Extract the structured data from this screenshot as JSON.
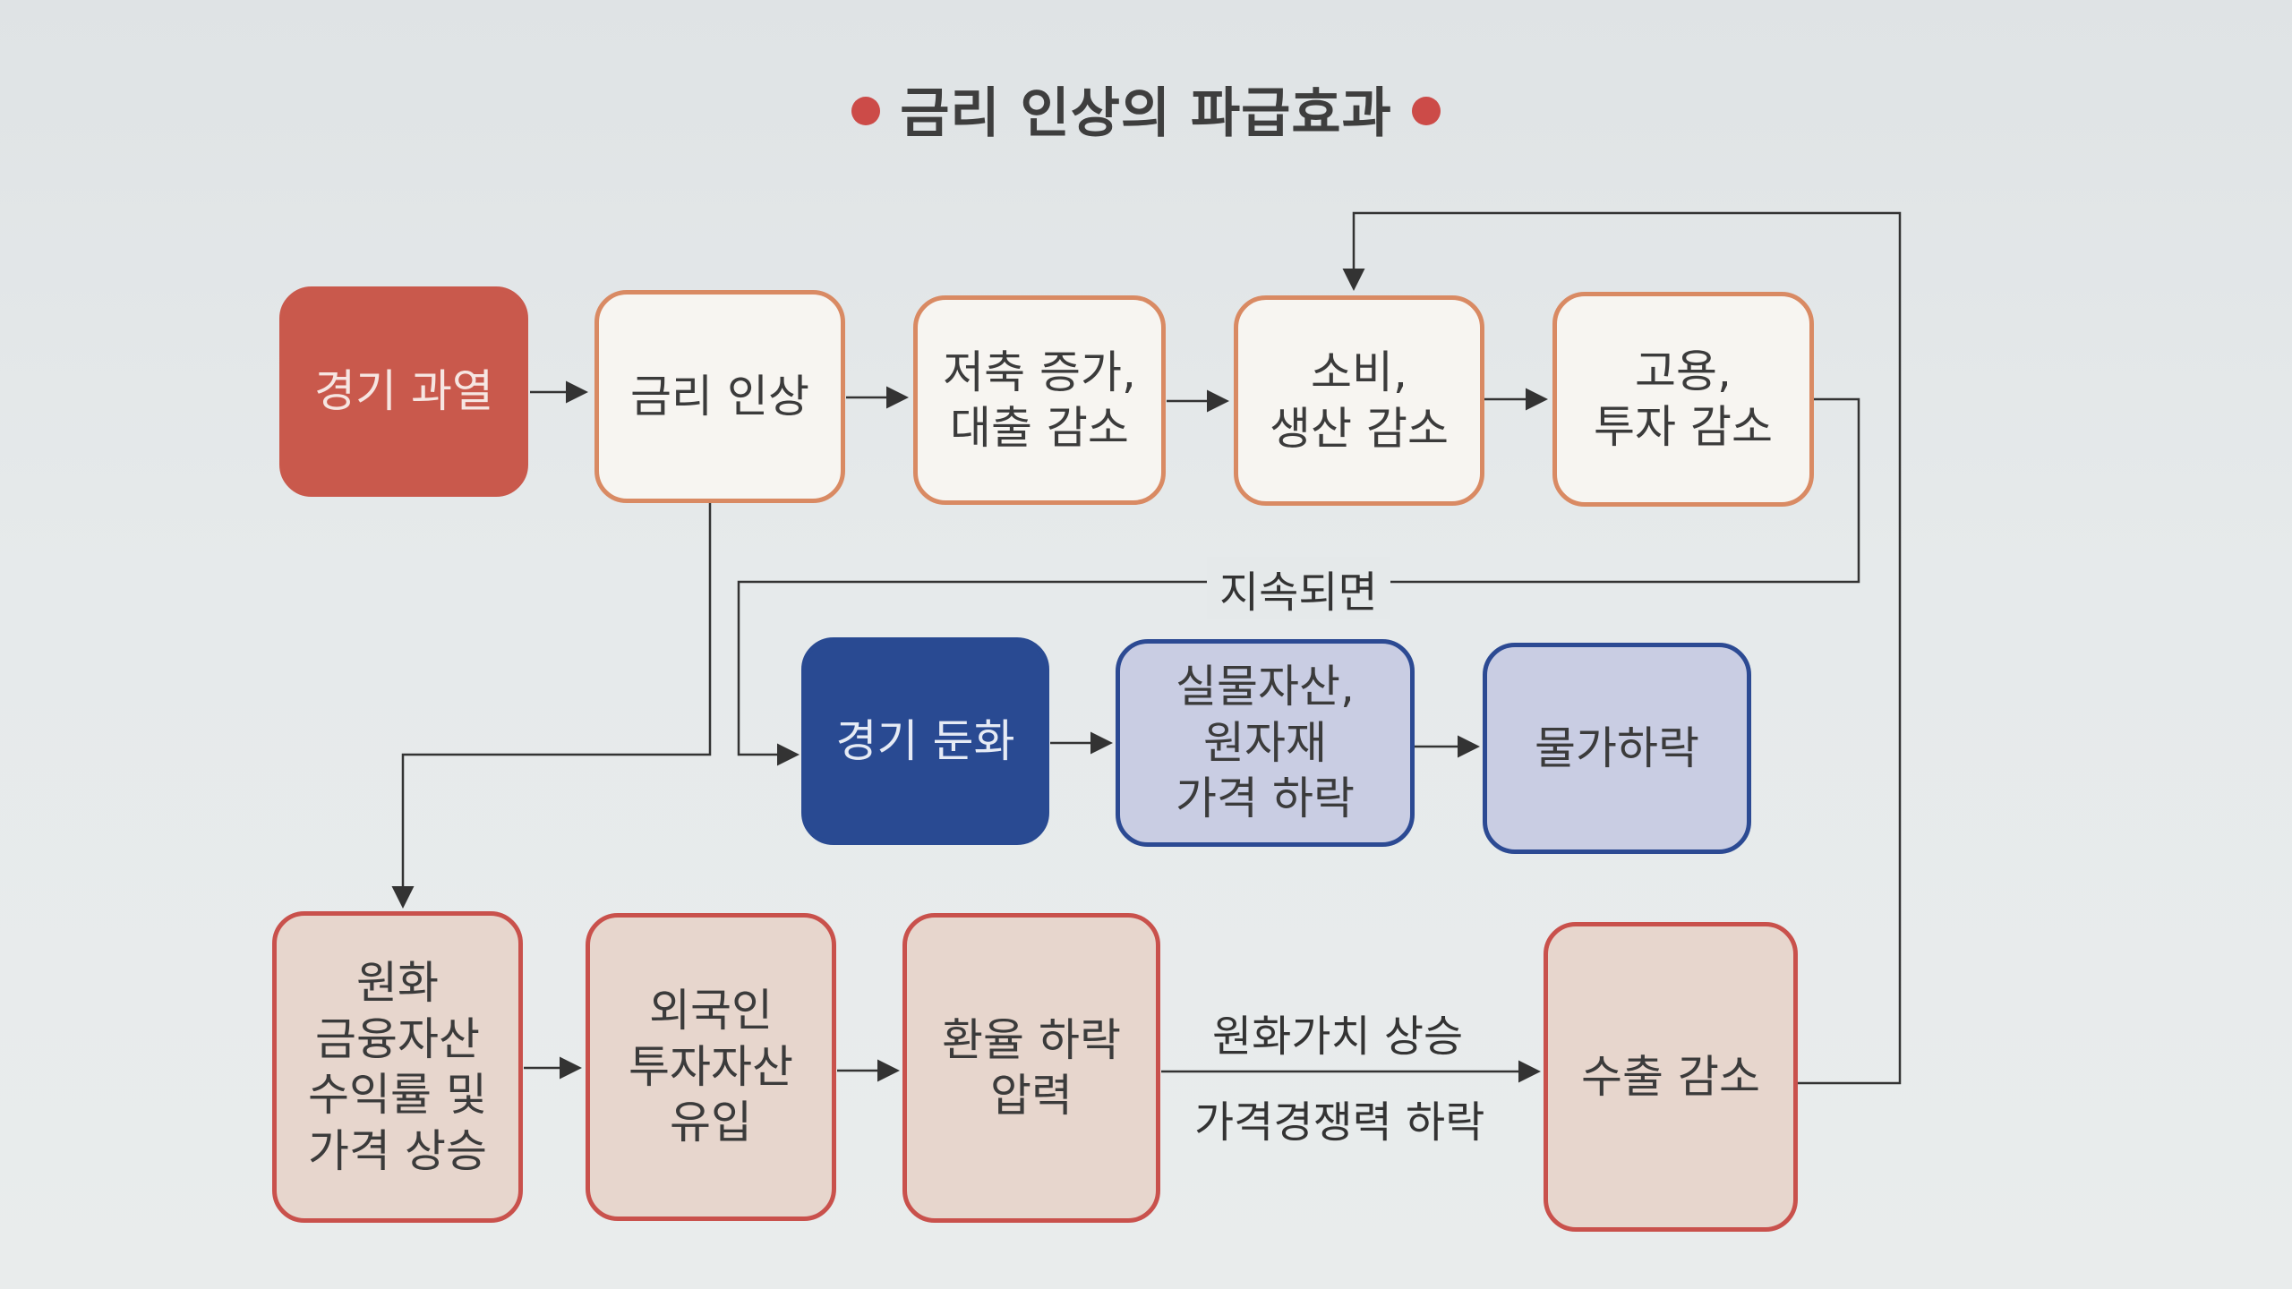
{
  "title": "금리 인상의 파급효과",
  "nodes": {
    "boom": "경기 과열",
    "rate_hike": "금리 인상",
    "savings": "저축 증가,\n대출 감소",
    "consumption": "소비,\n생산 감소",
    "employment": "고용,\n투자 감소",
    "slowdown": "경기 둔화",
    "commodities": "실물자산,\n원자재\n가격 하락",
    "price_drop": "물가하락",
    "won_assets": "원화\n금융자산\n수익률 및\n가격 상승",
    "foreign_inflow": "외국인\n투자자산\n유입",
    "fx_down": "환율 하락\n압력",
    "export_down": "수출 감소"
  },
  "edge_labels": {
    "sustained": "지속되면",
    "won_value_up": "원화가치 상승",
    "price_comp_down": "가격경쟁력 하락"
  }
}
